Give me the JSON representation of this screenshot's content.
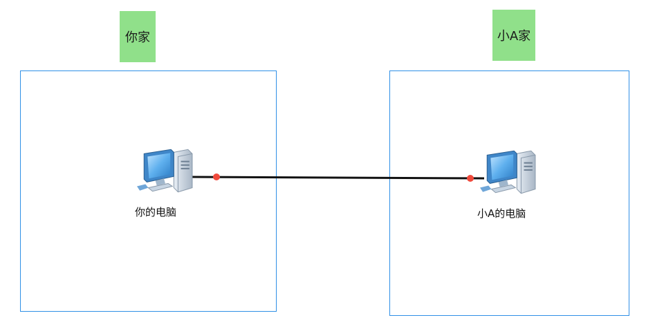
{
  "houses": {
    "left": {
      "label": "你家"
    },
    "right": {
      "label": "小A家"
    }
  },
  "computers": {
    "left": {
      "label": "你的电脑",
      "icon": "computer-icon"
    },
    "right": {
      "label": "小A的电脑",
      "icon": "computer-icon"
    }
  },
  "colors": {
    "tag_fill": "#90e08a",
    "box_border": "#2e8fe6",
    "cable": "#111111",
    "connector_dot": "#f04a3c",
    "monitor_blue": "#4aa3e6"
  }
}
